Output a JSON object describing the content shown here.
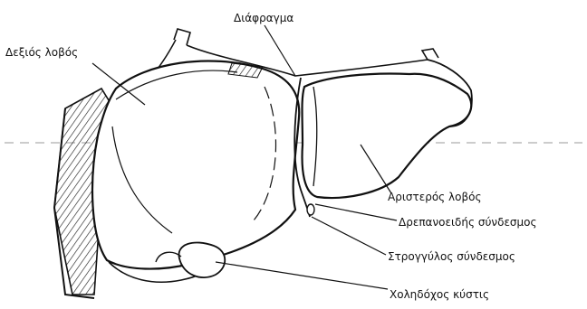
{
  "diagram": {
    "labels": {
      "right_lobe": "Δεξιός λοβός",
      "diaphragm": "Διάφραγμα",
      "left_lobe": "Αριστερός λοβός",
      "falciform_ligament": "Δρεπανοειδής σύνδεσμος",
      "round_ligament": "Στρογγύλος σύνδεσμος",
      "gallbladder": "Χοληδόχος κύστις"
    }
  }
}
